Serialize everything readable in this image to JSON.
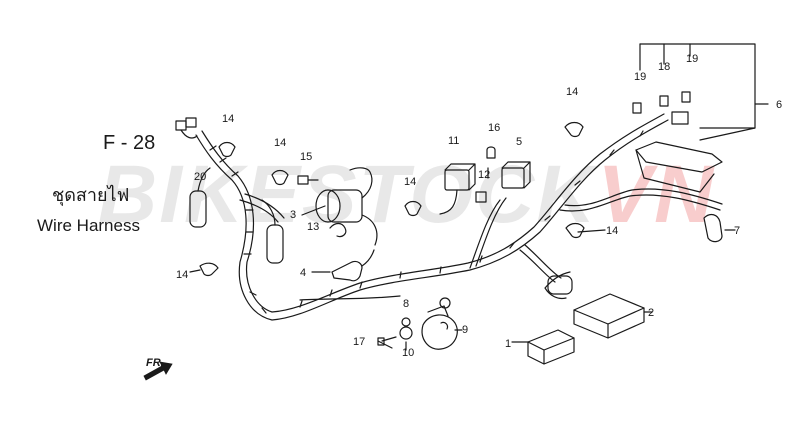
{
  "figure": {
    "code": "F - 28",
    "title_thai": "ชุดสายไฟ",
    "title_english": "Wire Harness"
  },
  "watermark": {
    "part_a": "BIKESTOCK",
    "part_b": "VN"
  },
  "direction_label": "FR.",
  "part_labels": [
    {
      "num": "1"
    },
    {
      "num": "2"
    },
    {
      "num": "3"
    },
    {
      "num": "4"
    },
    {
      "num": "5"
    },
    {
      "num": "6"
    },
    {
      "num": "7"
    },
    {
      "num": "8"
    },
    {
      "num": "9"
    },
    {
      "num": "10"
    },
    {
      "num": "11"
    },
    {
      "num": "12"
    },
    {
      "num": "13"
    },
    {
      "num": "14"
    },
    {
      "num": "14"
    },
    {
      "num": "14"
    },
    {
      "num": "14"
    },
    {
      "num": "14"
    },
    {
      "num": "14"
    },
    {
      "num": "15"
    },
    {
      "num": "16"
    },
    {
      "num": "17"
    },
    {
      "num": "18"
    },
    {
      "num": "19"
    },
    {
      "num": "19"
    },
    {
      "num": "20"
    }
  ]
}
